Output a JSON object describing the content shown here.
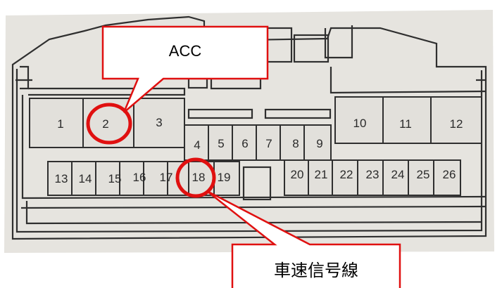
{
  "connector": {
    "pins_top_row": [
      {
        "id": "pin-1",
        "label": "1"
      },
      {
        "id": "pin-2",
        "label": "2"
      },
      {
        "id": "pin-3",
        "label": "3"
      },
      {
        "id": "pin-10",
        "label": "10"
      },
      {
        "id": "pin-11",
        "label": "11"
      },
      {
        "id": "pin-12",
        "label": "12"
      }
    ],
    "pins_middle_row": [
      {
        "id": "pin-4",
        "label": "4"
      },
      {
        "id": "pin-5",
        "label": "5"
      },
      {
        "id": "pin-6",
        "label": "6"
      },
      {
        "id": "pin-7",
        "label": "7"
      },
      {
        "id": "pin-8",
        "label": "8"
      },
      {
        "id": "pin-9",
        "label": "9"
      }
    ],
    "pins_bottom_row": [
      {
        "id": "pin-13",
        "label": "13"
      },
      {
        "id": "pin-14",
        "label": "14"
      },
      {
        "id": "pin-15",
        "label": "15"
      },
      {
        "id": "pin-16",
        "label": "16"
      },
      {
        "id": "pin-17",
        "label": "17"
      },
      {
        "id": "pin-18",
        "label": "18"
      },
      {
        "id": "pin-19",
        "label": "19"
      },
      {
        "id": "pin-20",
        "label": "20"
      },
      {
        "id": "pin-21",
        "label": "21"
      },
      {
        "id": "pin-22",
        "label": "22"
      },
      {
        "id": "pin-23",
        "label": "23"
      },
      {
        "id": "pin-24",
        "label": "24"
      },
      {
        "id": "pin-25",
        "label": "25"
      },
      {
        "id": "pin-26",
        "label": "26"
      }
    ]
  },
  "callouts": {
    "acc": {
      "text": "ACC",
      "target_pin": "2"
    },
    "speed_signal": {
      "text": "車速信号線",
      "target_pin": "18"
    }
  },
  "colors": {
    "highlight": "#e01010",
    "paper": "#e6e4df",
    "line": "#2f2f2f"
  }
}
